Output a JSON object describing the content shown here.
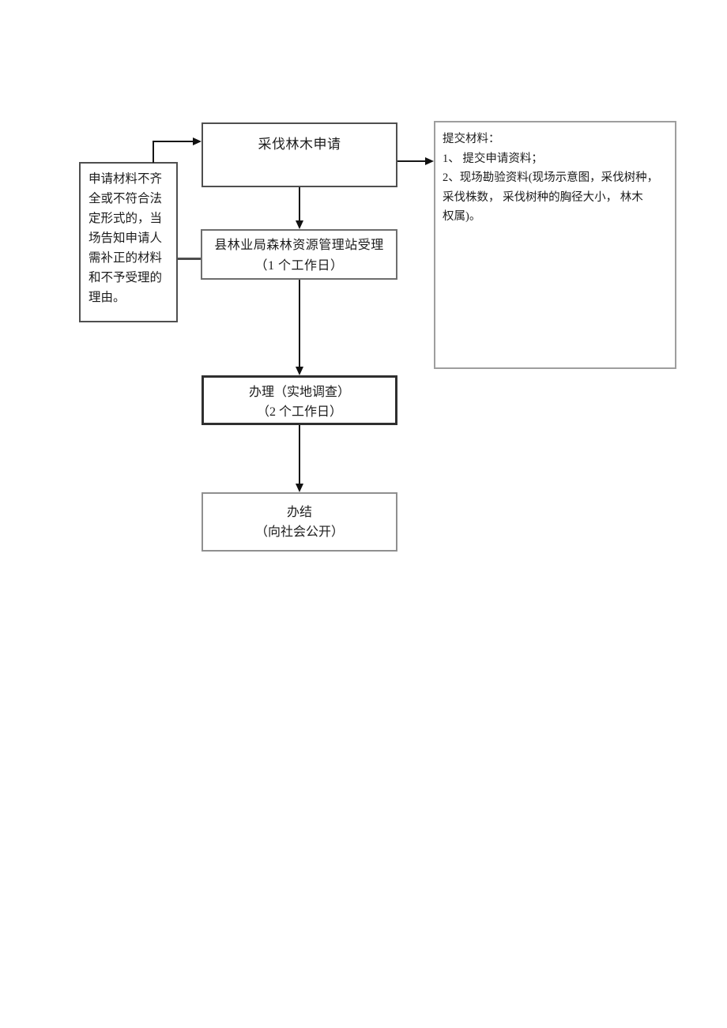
{
  "page": {
    "background": "#ffffff"
  },
  "colors": {
    "arrow": "#111111",
    "box_border_dark": "#4f4f4f",
    "box_border_medium": "#6e6e6e",
    "box_border_heavy": "#2f2f2f",
    "box_border_light": "#9e9e9e",
    "text": "#1c1c1c"
  },
  "flowchart": {
    "apply_box": {
      "label": "采伐林木申请"
    },
    "notice_box": {
      "lines": [
        "申请材料不齐",
        "全或不符合法",
        "定形式的，当",
        "场告知申请人",
        "需补正的材料",
        "和不予受理的",
        "理由。"
      ]
    },
    "materials_box": {
      "lines": [
        "提交材料：",
        "1、 提交申请资料；",
        "2、现场勘验资料(现场示意图，采伐树种，",
        "采伐株数， 采伐树种的胸径大小， 林木",
        "权属)。"
      ]
    },
    "accept_box": {
      "lines": [
        "县林业局森林资源管理站受理",
        "（1 个工作日）"
      ]
    },
    "process_box": {
      "lines": [
        "办理（实地调查）",
        "（2 个工作日）"
      ]
    },
    "finish_box": {
      "lines": [
        "办结",
        "（向社会公开）"
      ]
    }
  }
}
